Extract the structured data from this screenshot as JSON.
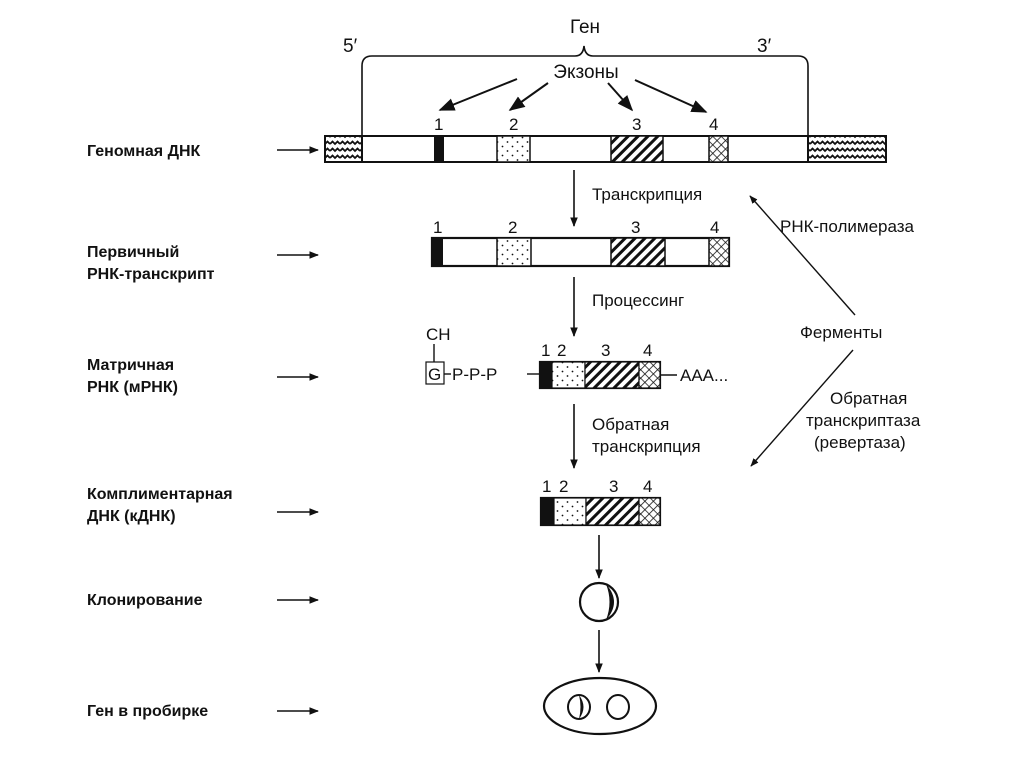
{
  "colors": {
    "ink": "#111111",
    "background": "#ffffff"
  },
  "header": {
    "gene_label": "Ген",
    "five_prime": "5′",
    "three_prime": "3′",
    "exons_label": "Экзоны"
  },
  "exon_numbers": [
    "1",
    "2",
    "3",
    "4"
  ],
  "stages": [
    {
      "id": "genomic",
      "label_lines": [
        "Геномная ДНК"
      ]
    },
    {
      "id": "primary",
      "label_lines": [
        "Первичный",
        "РНК-транскрипт"
      ]
    },
    {
      "id": "mrna",
      "label_lines": [
        "Матричная",
        "РНК (мРНК)"
      ]
    },
    {
      "id": "cdna",
      "label_lines": [
        "Комплиментарная",
        "ДНК (кДНК)"
      ]
    },
    {
      "id": "cloning",
      "label_lines": [
        "Клонирование"
      ]
    },
    {
      "id": "tube",
      "label_lines": [
        "Ген в пробирке"
      ]
    }
  ],
  "steps": {
    "transcription": "Транскрипция",
    "processing": "Процессинг",
    "reverse_transcription": [
      "Обратная",
      "транскрипция"
    ]
  },
  "cap": {
    "ch": "CH",
    "g": "G",
    "ppp": "P-P-P",
    "poly_a": "AAA..."
  },
  "enzymes": {
    "title": "Ферменты",
    "rna_polymerase": "РНК-полимераза",
    "reverse_transcriptase": [
      "Обратная",
      "транскриптаза",
      "(ревертаза)"
    ]
  }
}
